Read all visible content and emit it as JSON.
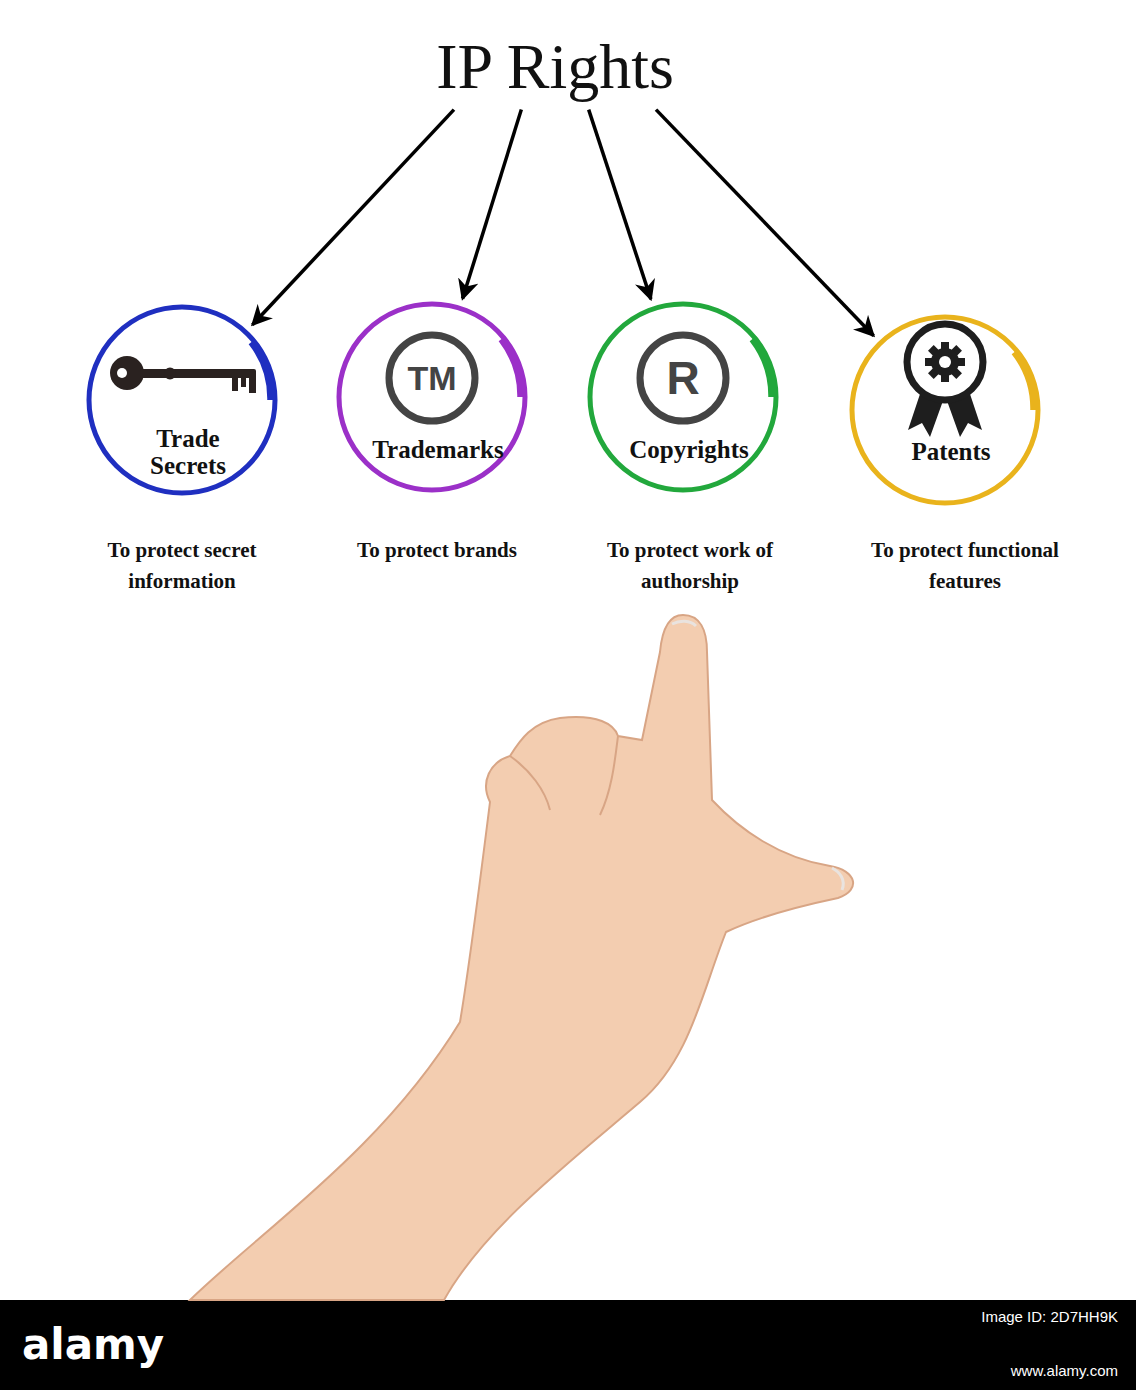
{
  "diagram": {
    "nodes": [
      {
        "text": [
          "IP Rights"
        ]
      },
      {
        "text": [
          "Trade Secrets",
          "To protect secret information"
        ]
      },
      {
        "text": [
          "Trademarks",
          "To protect brands"
        ]
      },
      {
        "text": [
          "Copyrights",
          "To protect work of authorship"
        ]
      },
      {
        "text": [
          "Patents",
          "To protect functional features"
        ]
      }
    ],
    "edges": [
      {
        "from": 0,
        "to": 1,
        "arrow": "to"
      },
      {
        "from": 0,
        "to": 2,
        "arrow": "to"
      },
      {
        "from": 0,
        "to": 3,
        "arrow": "to"
      },
      {
        "from": 0,
        "to": 4,
        "arrow": "to"
      }
    ],
    "labels": [
      "TM",
      "R",
      "alamy",
      "Image ID: 2D7HH9K",
      "www.alamy.com"
    ]
  }
}
